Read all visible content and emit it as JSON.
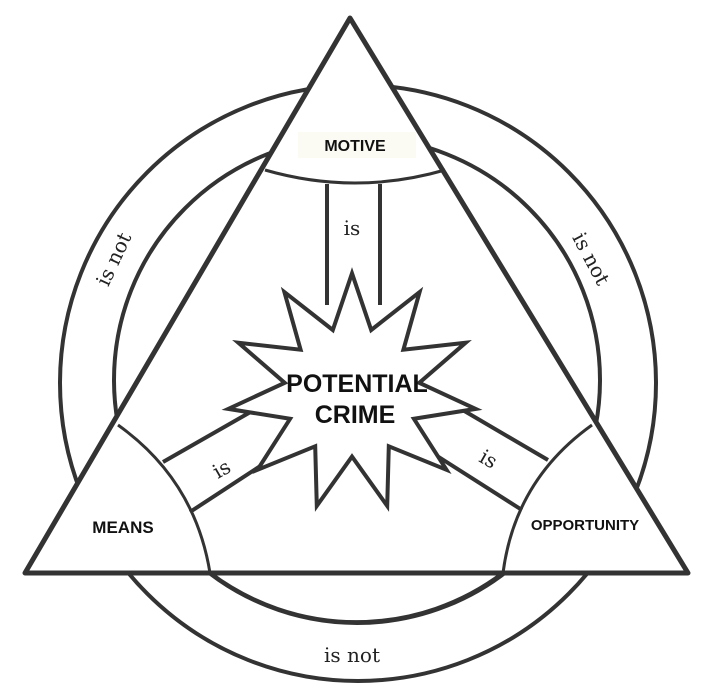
{
  "diagram": {
    "center": {
      "line1": "POTENTIAL",
      "line2": "CRIME"
    },
    "corners": {
      "top": "MOTIVE",
      "left": "MEANS",
      "right": "OPPORTUNITY"
    },
    "connectors": {
      "top": "is",
      "left": "is",
      "right": "is"
    },
    "outer_labels": {
      "left": "is not",
      "right": "is not",
      "bottom": "is not"
    },
    "colors": {
      "line": "#333333",
      "background": "#ffffff"
    }
  }
}
